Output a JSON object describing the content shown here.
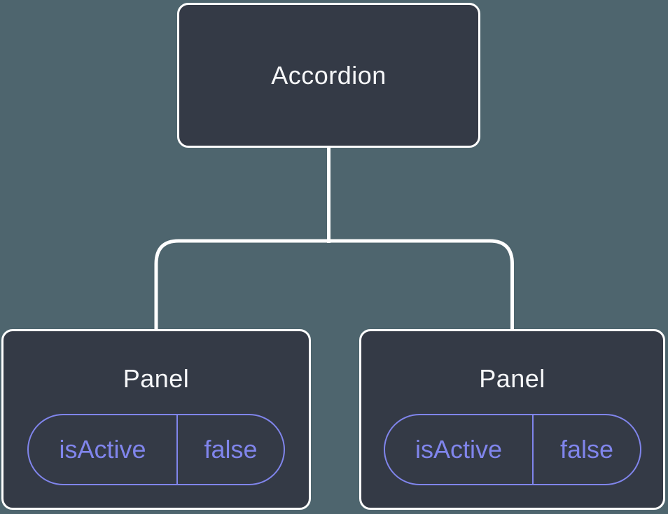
{
  "diagram": {
    "root": {
      "label": "Accordion"
    },
    "children": [
      {
        "label": "Panel",
        "state": {
          "name": "isActive",
          "value": "false"
        }
      },
      {
        "label": "Panel",
        "state": {
          "name": "isActive",
          "value": "false"
        }
      }
    ]
  },
  "colors": {
    "background": "#4e656e",
    "node_fill": "#343a46",
    "node_border": "#ffffff",
    "node_text": "#f6f7f9",
    "state_accent": "#8085ec"
  }
}
